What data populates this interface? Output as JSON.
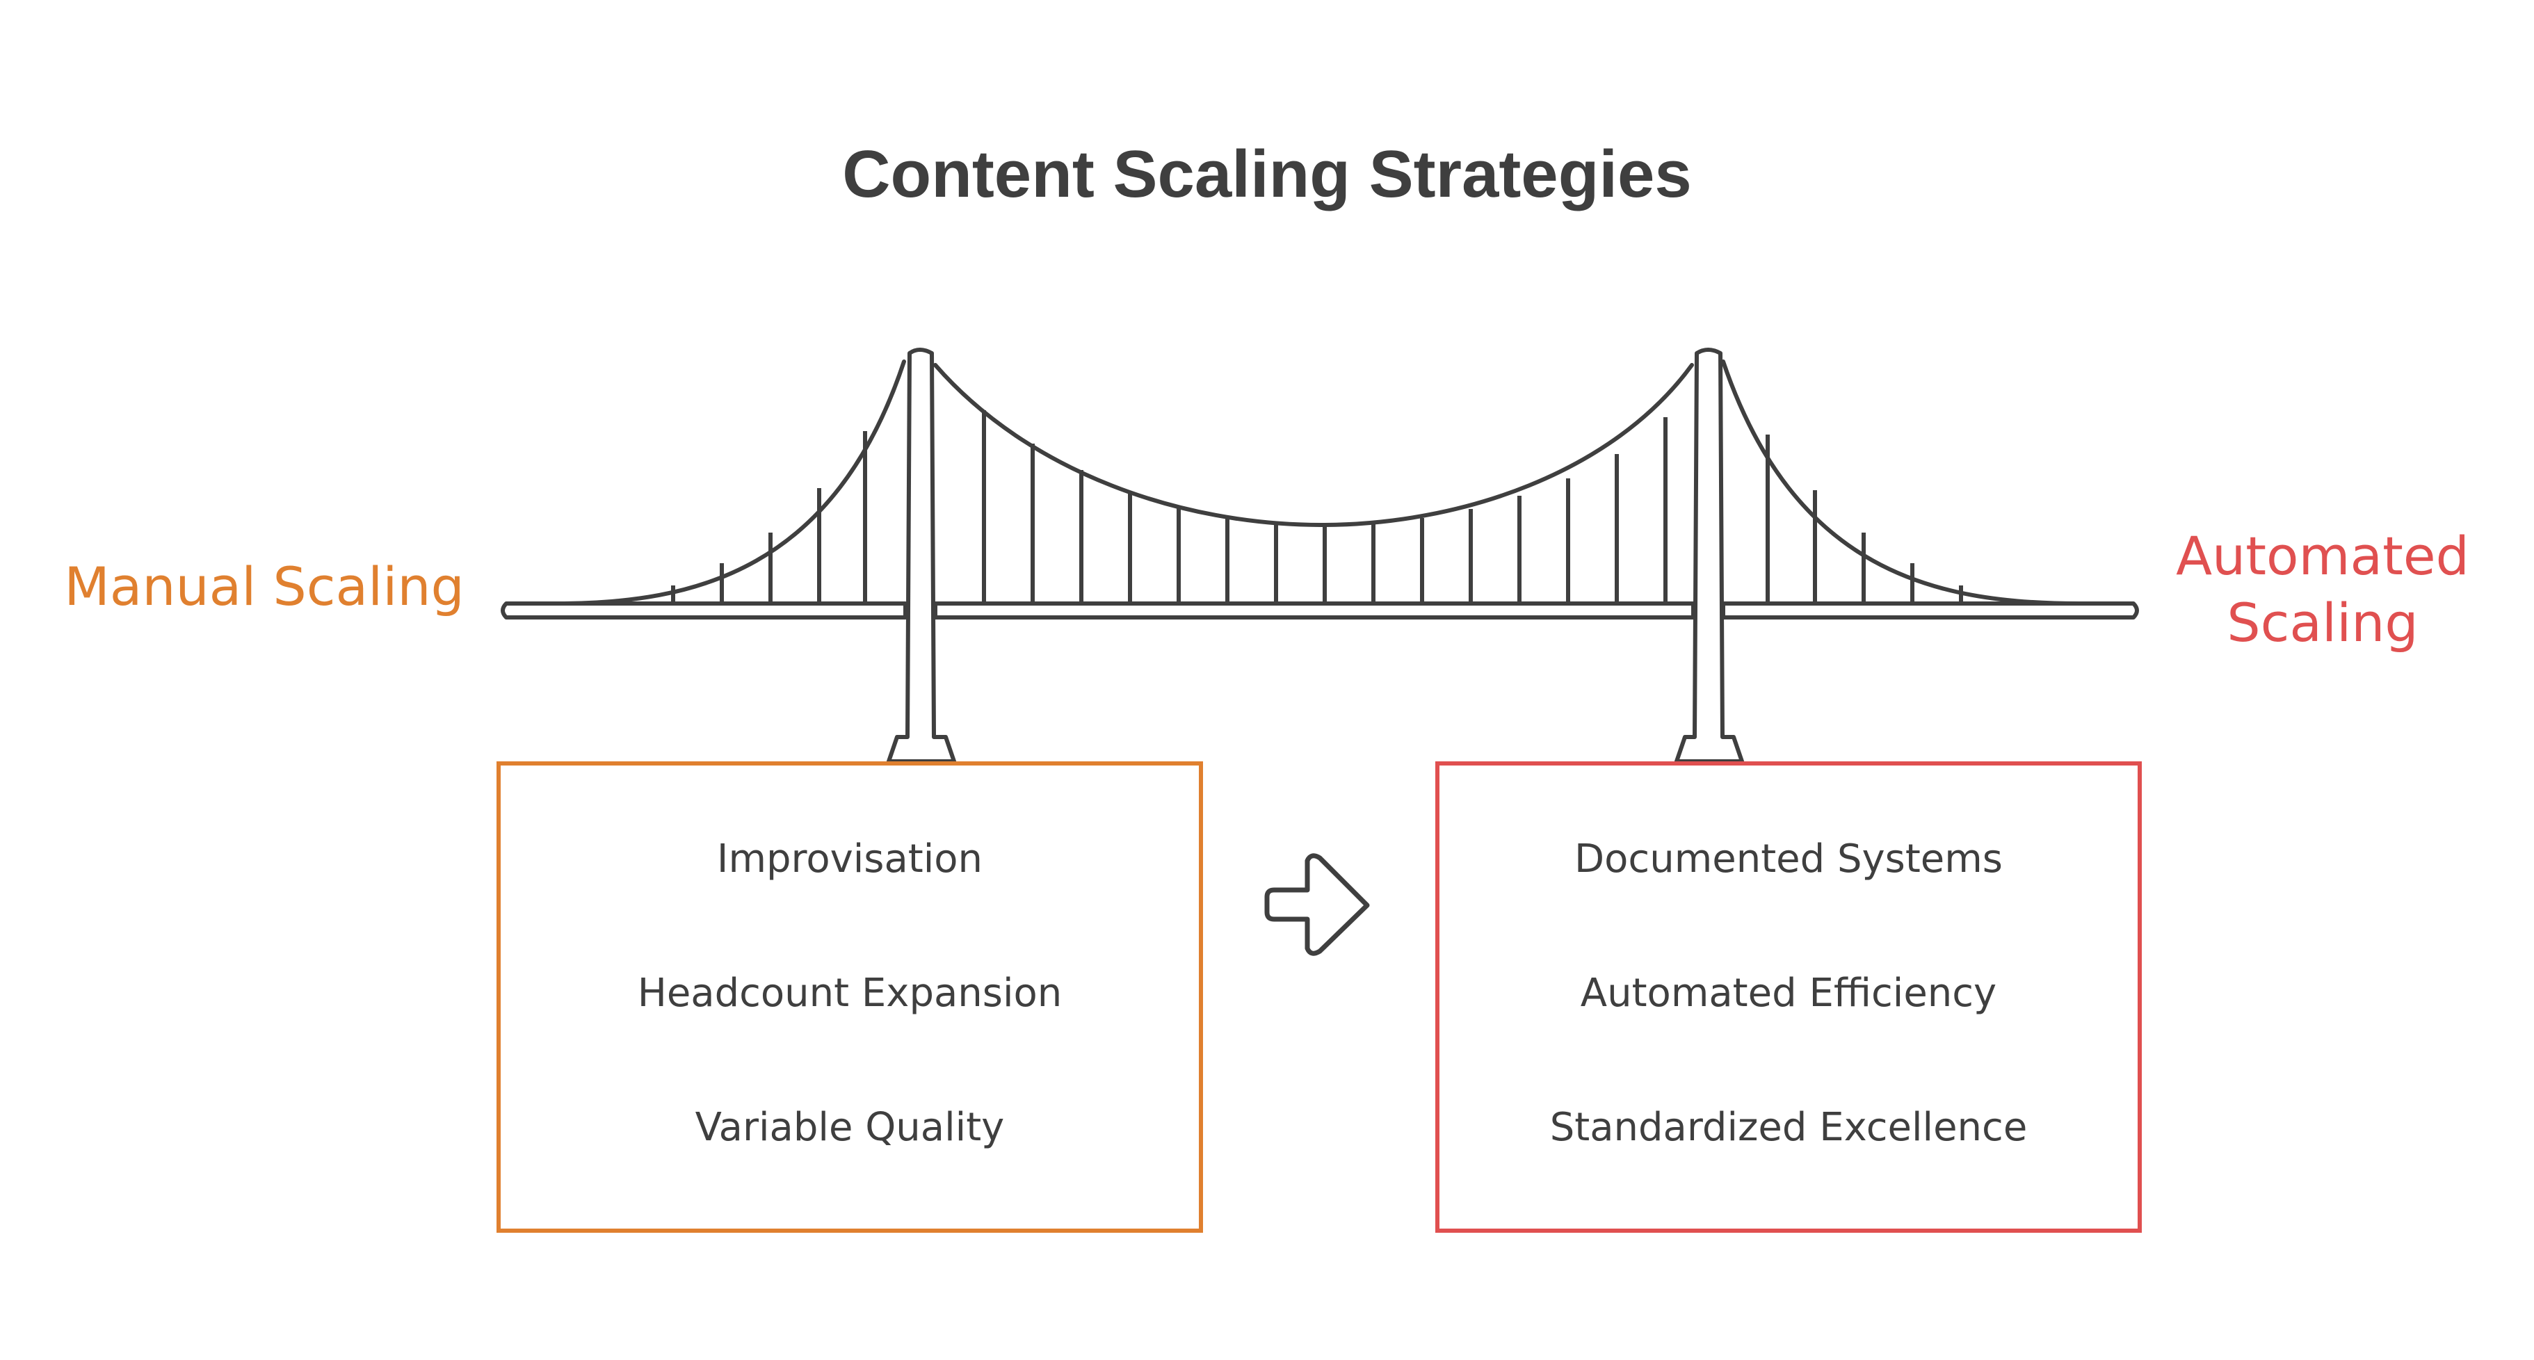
{
  "title": "Content Scaling Strategies",
  "left": {
    "label": "Manual Scaling",
    "items": [
      "Improvisation",
      "Headcount Expansion",
      "Variable Quality"
    ],
    "color": "#e0802f"
  },
  "right": {
    "label_lines": [
      "Automated",
      "Scaling"
    ],
    "items": [
      "Documented Systems",
      "Automated Efficiency",
      "Standardized Excellence"
    ],
    "color": "#e05050"
  },
  "arrow_icon": "arrow-right-icon",
  "line_color": "#3f3f3f"
}
